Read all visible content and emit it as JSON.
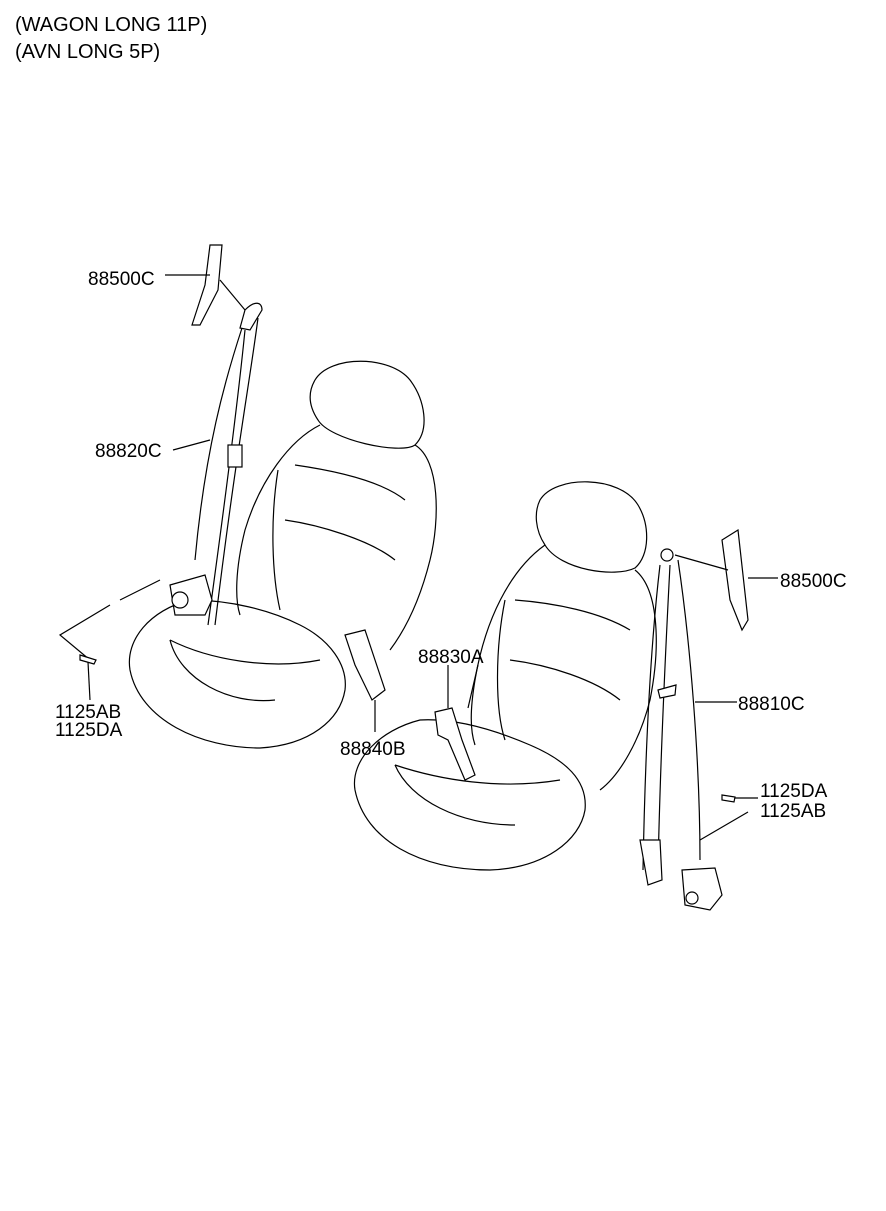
{
  "header": {
    "line1": "(WAGON LONG 11P)",
    "line2": "(AVN LONG 5P)"
  },
  "callouts": {
    "upper_anchor_left": "88500C",
    "belt_left": "88820C",
    "bolt_left_1": "1125AB",
    "bolt_left_2": "1125DA",
    "buckle_left": "88840B",
    "buckle_right": "88830A",
    "upper_anchor_right": "88500C",
    "belt_right": "88810C",
    "bolt_right_1": "1125DA",
    "bolt_right_2": "1125AB"
  }
}
